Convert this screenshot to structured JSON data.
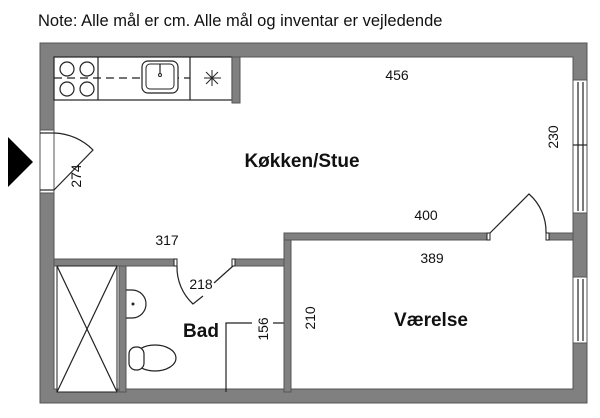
{
  "note": "Note: Alle mål er cm. Alle mål og inventar er vejledende",
  "rooms": {
    "kitchen_living": "Køkken/Stue",
    "bathroom": "Bad",
    "bedroom": "Værelse"
  },
  "dimensions": {
    "kitchen_width": "456",
    "kitchen_depth_right": "230",
    "kitchen_depth_left": "274",
    "kitchen_bottom_left": "317",
    "kitchen_bottom_right": "400",
    "bedroom_width": "389",
    "bedroom_depth": "210",
    "bathroom_width": "218",
    "bathroom_depth": "156"
  },
  "colors": {
    "wall": "#808080",
    "line": "#222222",
    "entrance_marker": "#000000"
  }
}
